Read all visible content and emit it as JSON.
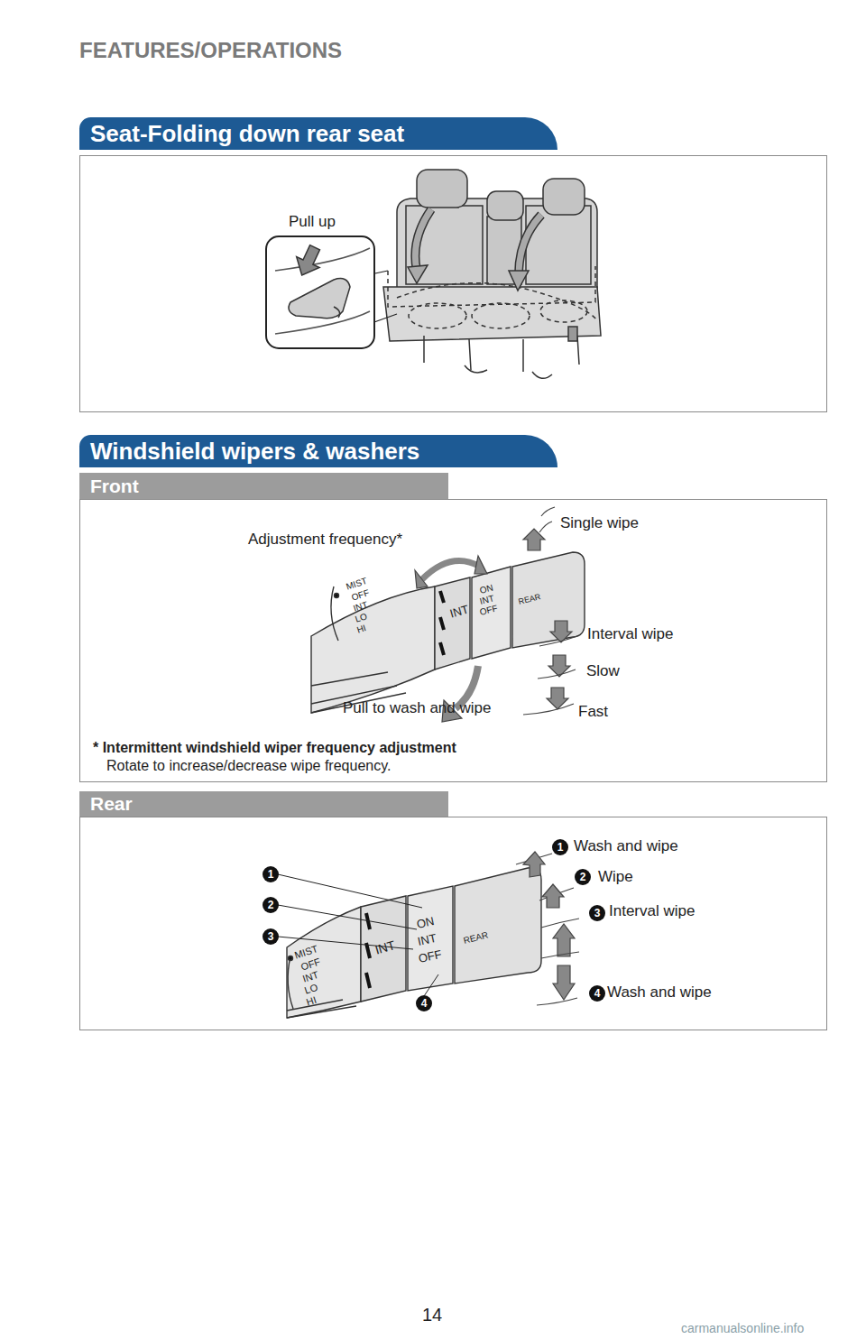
{
  "diagram": {
    "title": "FEATURES/OPERATIONS",
    "nodes": [
      {
        "text": [
          "Seat-Folding down rear seat"
        ]
      },
      {
        "text": [
          "Windshield wipers & washers"
        ]
      },
      {
        "text": [
          "Front"
        ]
      },
      {
        "text": [
          "Rear"
        ]
      },
      {
        "text": [
          "1"
        ]
      },
      {
        "text": [
          "2"
        ]
      },
      {
        "text": [
          "3"
        ]
      },
      {
        "text": [
          "4"
        ]
      },
      {
        "text": [
          "1"
        ]
      },
      {
        "text": [
          "2"
        ]
      },
      {
        "text": [
          "3"
        ]
      },
      {
        "text": [
          "4"
        ]
      }
    ],
    "labels": [
      "Pull up",
      "Adjustment frequency*",
      "Single wipe",
      "MIST",
      "OFF",
      "INT",
      "LO",
      "HI",
      "INT",
      "ON",
      "INT",
      "OFF",
      "REAR",
      "Interval wipe",
      "Slow",
      "Pull to wash and wipe",
      "Fast",
      "* Intermittent windshield wiper frequency adjustment",
      "Rotate to increase/decrease wipe frequency.",
      "Wash and wipe",
      "Wipe",
      "Interval wipe",
      "MIST",
      "OFF",
      "INT",
      "LO",
      "HI",
      "INT",
      "ON",
      "INT",
      "OFF",
      "REAR",
      "Wash and wipe",
      "14",
      "carmanualsonline.info"
    ]
  }
}
